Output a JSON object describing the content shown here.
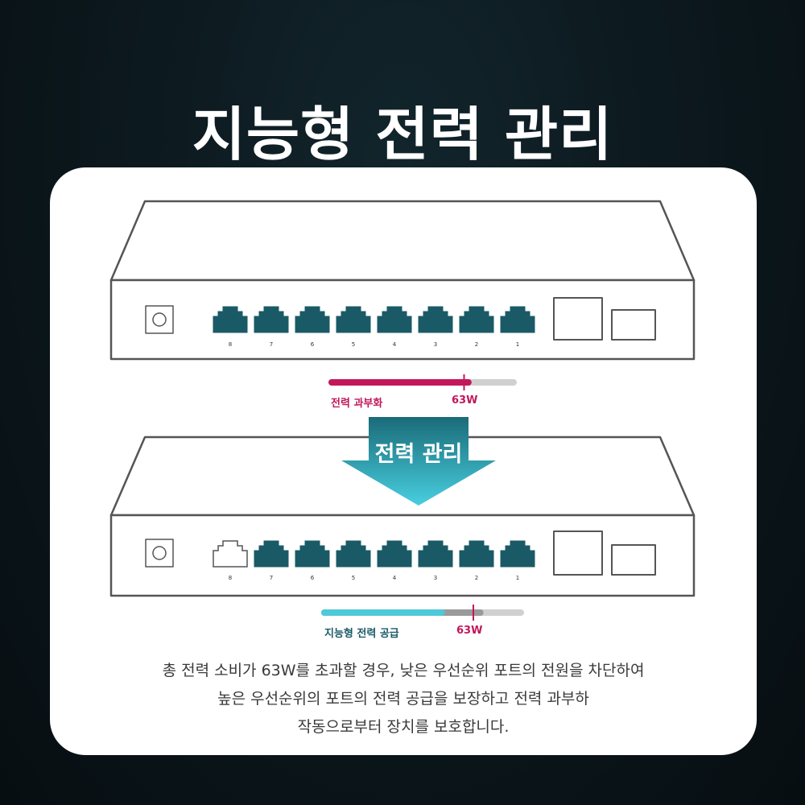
{
  "title": "지능형 전력 관리",
  "colors": {
    "port": "#1a5a66",
    "overload": "#c2185b",
    "smart": "#4ec9d8",
    "track": "#d0d0d0",
    "outline": "#555555"
  },
  "ports": [
    "8",
    "7",
    "6",
    "5",
    "4",
    "3",
    "2",
    "1"
  ],
  "top_switch": {
    "bar_label": "전력 과부화",
    "watt_label": "63W",
    "bar_fill_fraction": 0.76,
    "limit_fraction": 0.72
  },
  "arrow": {
    "label": "전력 관리"
  },
  "bottom_switch": {
    "disabled_port": "8",
    "bar_label": "지능형 전력 공급",
    "watt_label": "63W",
    "bar_fill_fraction": 0.61,
    "used_fraction": 0.8,
    "limit_fraction": 0.75
  },
  "description": {
    "line1": "총 전력 소비가 63W를 초과할 경우, 낮은 우선순위 포트의 전원을 차단하여",
    "line2": "높은 우선순위의 포트의 전력 공급을 보장하고 전력 과부하",
    "line3": "작동으로부터 장치를 보호합니다."
  }
}
